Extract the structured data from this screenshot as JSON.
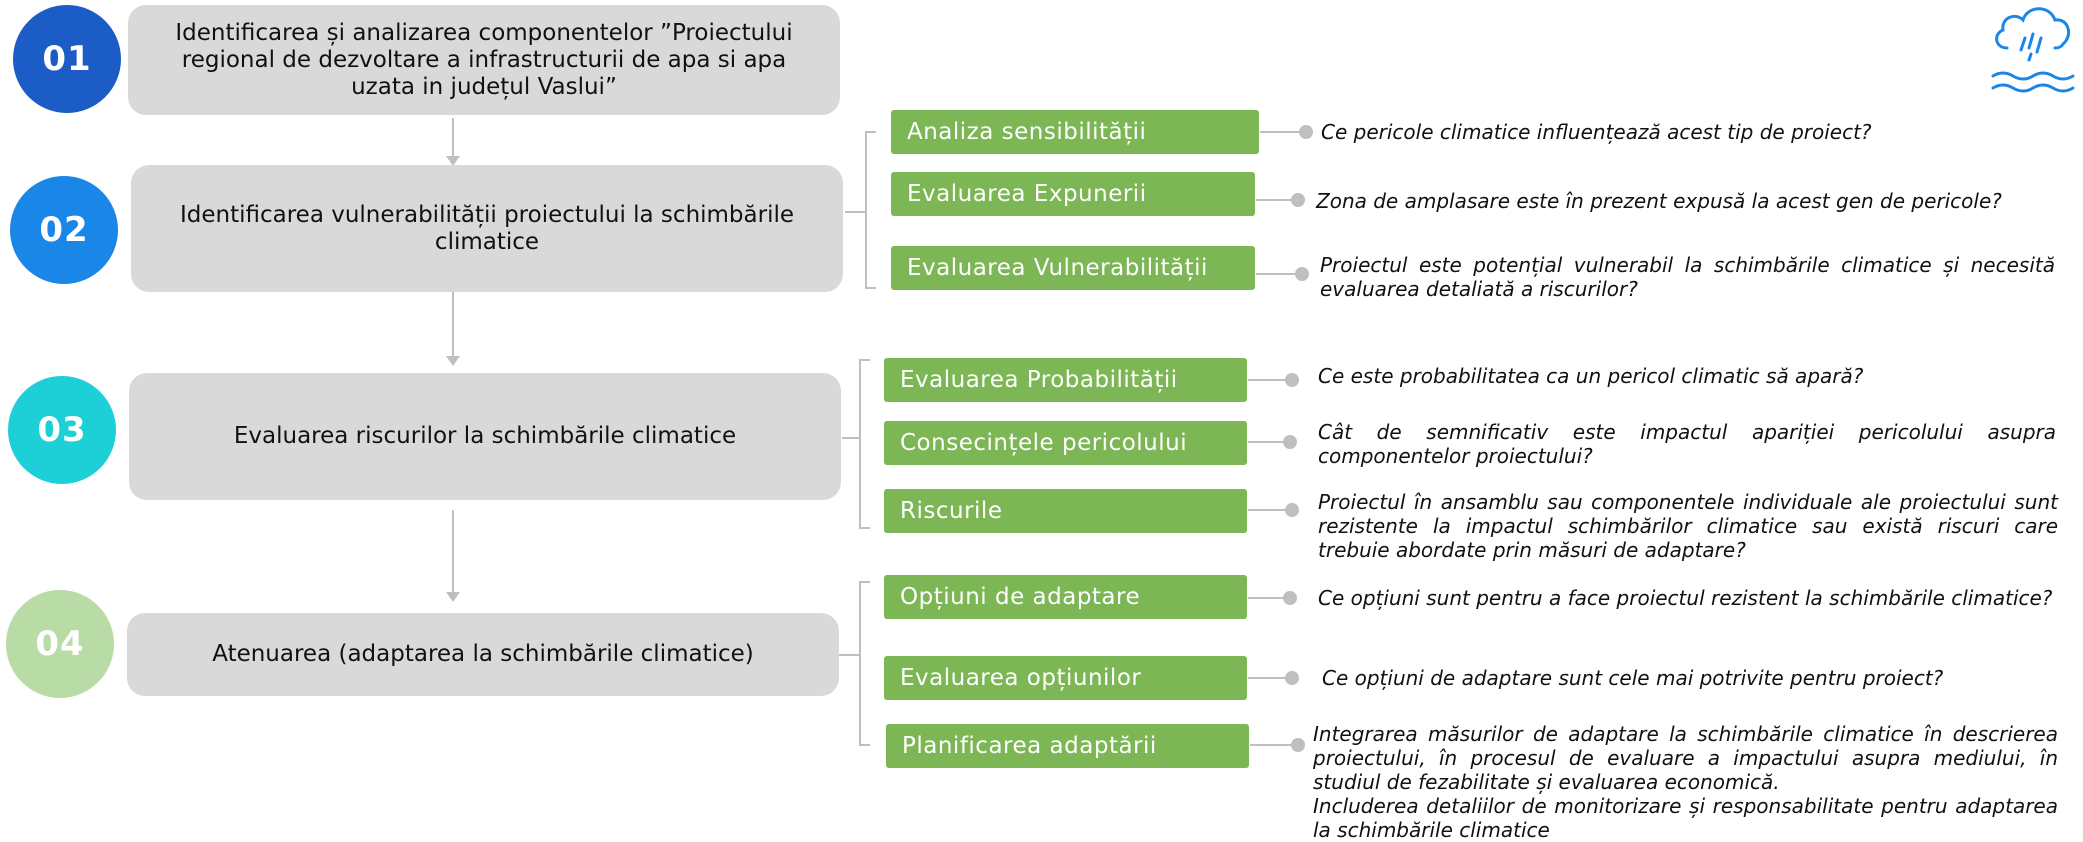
{
  "steps": [
    {
      "number": "01",
      "text": "Identificarea și analizarea componentelor ”Proiectului regional de dezvoltare a infrastructurii de apa si apa uzata in județul Vaslui”"
    },
    {
      "number": "02",
      "text": "Identificarea vulnerabilității proiectului la schimbările climatice"
    },
    {
      "number": "03",
      "text": "Evaluarea riscurilor la schimbările climatice"
    },
    {
      "number": "04",
      "text": "Atenuarea (adaptarea la schimbările climatice)"
    }
  ],
  "sub": [
    {
      "label": "Analiza sensibilității",
      "question": "Ce pericole climatice influențează acest tip de proiect?"
    },
    {
      "label": "Evaluarea Expunerii",
      "question": "Zona de amplasare este în prezent expusă la acest gen de pericole?"
    },
    {
      "label": "Evaluarea Vulnerabilității",
      "question": "Proiectul este potențial vulnerabil la schimbările climatice și necesită evaluarea detaliată a riscurilor?"
    },
    {
      "label": "Evaluarea Probabilității",
      "question": "Ce este probabilitatea ca un pericol climatic să apară?"
    },
    {
      "label": "Consecințele pericolului",
      "question": "Cât de semnificativ este impactul apariției pericolului asupra componentelor proiectului?"
    },
    {
      "label": "Riscurile",
      "question": "Proiectul în ansamblu sau componentele individuale ale proiectului sunt rezistente la impactul schimbărilor climatice sau există riscuri care trebuie abordate prin măsuri de adaptare?"
    },
    {
      "label": "Opțiuni de adaptare",
      "question": "Ce opțiuni sunt pentru a face proiectul rezistent la schimbările climatice?"
    },
    {
      "label": "Evaluarea opțiunilor",
      "question": "Ce opțiuni de adaptare sunt cele mai potrivite pentru proiect?"
    },
    {
      "label": "Planificarea adaptării",
      "question": "Integrarea măsurilor de adaptare la schimbările climatice în descrierea proiectului, în procesul de evaluare a impactului asupra mediului, în studiul de fezabilitate și evaluarea economică.",
      "question2": "Includerea detaliilor de monitorizare și responsabilitate pentru adaptarea la schimbările climatice"
    }
  ],
  "colors": {
    "step1": "#1b5cc6",
    "step2": "#1a87e8",
    "step3": "#1dcfd6",
    "step4": "#b9dca6",
    "green": "#7cb655",
    "box": "#d9d9d9"
  },
  "icon": "cloud-rain-water-icon"
}
